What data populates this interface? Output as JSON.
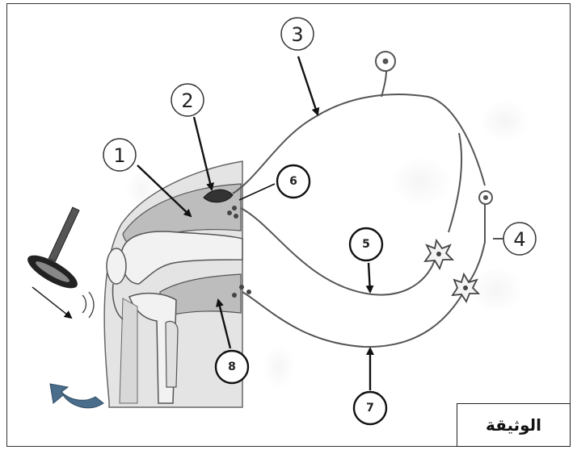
{
  "labels": {
    "l1": "1",
    "l2": "2",
    "l3": "3",
    "l4": "4",
    "l5": "5",
    "l6": "6",
    "l7": "7",
    "l8": "8"
  },
  "caption": "الوثيقة"
}
